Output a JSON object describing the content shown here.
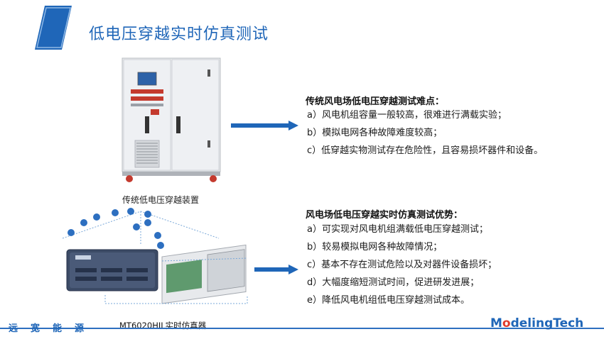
{
  "header": {
    "title": "低电压穿越实时仿真测试"
  },
  "cabinet": {
    "caption": "传统低电压穿越装置"
  },
  "difficulties": {
    "title": "传统风电场低电压穿越测试难点：",
    "items": [
      "a）风电机组容量一般较高，很难进行满载实验；",
      "b）模拟电网各种故障难度较高；",
      "c）低穿越实物测试存在危险性，且容易损坏器件和设备。"
    ]
  },
  "advantages": {
    "title": "风电场低电压穿越实时仿真测试优势：",
    "items": [
      "a）可实现对风电机组满载低电压穿越测试；",
      "b）较易模拟电网各种故障情况；",
      "c）基本不存在测试危险以及对器件设备损坏；",
      "d）大幅度缩短测试时间，促进研发进展；",
      "e）降低风电机组低电压穿越测试成本。"
    ]
  },
  "simulator": {
    "caption": "MT6020HIL实时仿真器"
  },
  "footer": {
    "left_logo": "远宽能源",
    "brand_prefix": "M",
    "brand_o": "o",
    "brand_suffix": "delingTech"
  },
  "colors": {
    "accent": "#1f66b8",
    "brand_red": "#e03a2b"
  }
}
